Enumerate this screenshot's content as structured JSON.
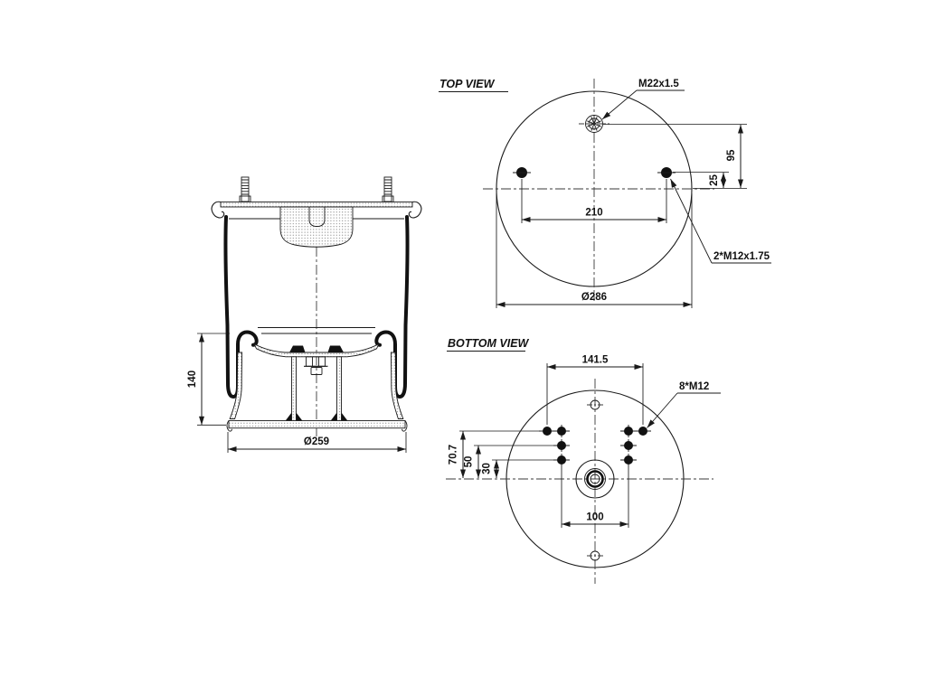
{
  "colors": {
    "line": "#1a1a1a",
    "hatch_dot": "#8f8f8f",
    "background": "#ffffff"
  },
  "side_view": {
    "height_dim": "140",
    "base_diameter_dim": "Ø259"
  },
  "top_view": {
    "title": "TOP VIEW",
    "air_fitting_thread_label": "M22x1.5",
    "stud_thread_label": "2*M12x1.75",
    "stud_spacing_dim": "210",
    "plate_diameter_dim": "Ø286",
    "fitting_to_center_dim": "95",
    "stud_to_center_dim": "25"
  },
  "bottom_view": {
    "title": "BOTTOM VIEW",
    "bolt_thread_label": "8*M12",
    "outer_bolt_span_dim": "141.5",
    "inner_bolt_span_dim": "100",
    "row_offsets": [
      "70.7",
      "50",
      "30"
    ]
  }
}
